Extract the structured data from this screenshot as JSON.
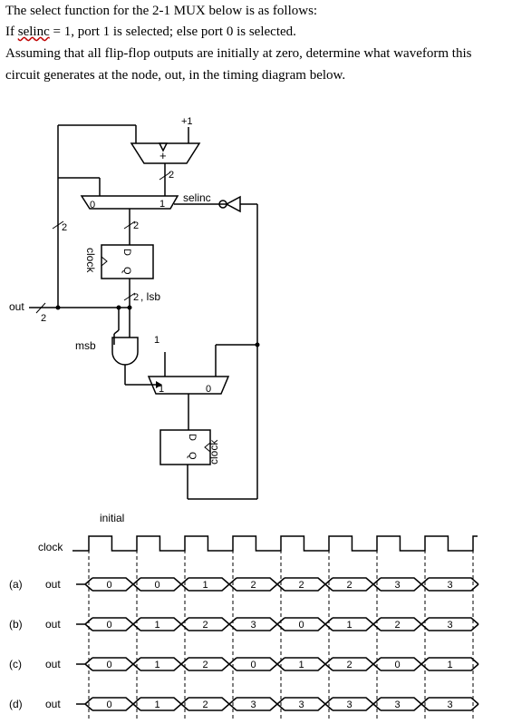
{
  "question": {
    "line1": "The select function for the 2-1 MUX below is as follows:",
    "line2_pre": "If ",
    "line2_word": "selinc",
    "line2_post": " = 1, port 1 is selected; else port 0 is selected.",
    "line3": "Assuming that all flip-flop outputs are initially at zero, determine what waveform this",
    "line4": "circuit generates at the node, out, in the timing diagram below."
  },
  "circuit": {
    "const_label": "+1",
    "adder_symbol": "+",
    "bus_width_2": "2",
    "mux_port_0": "0",
    "mux_port_1": "1",
    "selinc_label": "selinc",
    "ff_d": "D",
    "ff_q": "Q",
    "clock_label": "clock",
    "lsb_label": ", lsb",
    "out_label": "out",
    "msb_label": "msb",
    "one_label": "1"
  },
  "timing": {
    "initial_label": "initial",
    "clock_label": "clock",
    "options": [
      {
        "id": "(a)",
        "signal": "out",
        "values": [
          "0",
          "0",
          "1",
          "2",
          "2",
          "2",
          "3",
          "3"
        ]
      },
      {
        "id": "(b)",
        "signal": "out",
        "values": [
          "0",
          "1",
          "2",
          "3",
          "0",
          "1",
          "2",
          "3"
        ]
      },
      {
        "id": "(c)",
        "signal": "out",
        "values": [
          "0",
          "1",
          "2",
          "0",
          "1",
          "2",
          "0",
          "1"
        ]
      },
      {
        "id": "(d)",
        "signal": "out",
        "values": [
          "0",
          "1",
          "2",
          "3",
          "3",
          "3",
          "3",
          "3"
        ]
      }
    ]
  }
}
